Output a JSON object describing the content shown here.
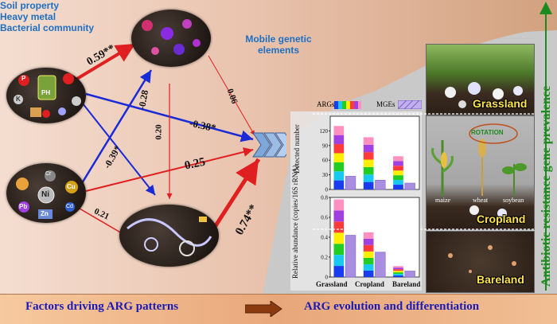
{
  "nodes": {
    "soil": "Soil property",
    "bacteria": "Bacterial community",
    "metal": "Heavy metal",
    "mge": "Mobile genetic elements",
    "mge_line1": "Mobile genetic",
    "mge_line2": "elements"
  },
  "soil_icons": {
    "ph": "PH",
    "k": "K",
    "p": "P"
  },
  "metal_icons": {
    "cr": "Cr",
    "ni": "Ni",
    "cu": "Cu",
    "pb": "Pb",
    "cd": "Cd",
    "zn": "Zn"
  },
  "paths": [
    {
      "from": "soil",
      "to": "bacteria",
      "label": "0.59**",
      "color": "#e02020"
    },
    {
      "from": "soil",
      "to": "mge",
      "label": "-0.28",
      "color": "#1a2ad6"
    },
    {
      "from": "soil",
      "to": "args",
      "label": "-0.38*",
      "color": "#1a2ad6"
    },
    {
      "from": "metal",
      "to": "bacteria",
      "label": "-0.39*",
      "color": "#1a2ad6"
    },
    {
      "from": "metal",
      "to": "args",
      "label": "0.25",
      "color": "#e02020"
    },
    {
      "from": "metal",
      "to": "mge",
      "label": "0.21",
      "color": "#e02020"
    },
    {
      "from": "bacteria",
      "to": "mge",
      "label": "0.20",
      "color": "#e02020"
    },
    {
      "from": "bacteria",
      "to": "args",
      "label": "0.06",
      "color": "#e02020"
    },
    {
      "from": "mge",
      "to": "args",
      "label": "0.74**",
      "color": "#e02020"
    }
  ],
  "legend": {
    "args": "ARGs",
    "mges": "MGEs"
  },
  "colors": {
    "arg_segments": [
      "#1a3cf0",
      "#18c8f0",
      "#22cc22",
      "#ffee00",
      "#ff3a3a",
      "#a040e0",
      "#ff90c0"
    ],
    "mge": "#a98de0",
    "positive": "#e02020",
    "negative": "#1a2ad6",
    "panel_title": "#ffe34d",
    "side_text": "#1d8a1d",
    "bottom_text": "#1a1ab8"
  },
  "chart_data": [
    {
      "type": "bar",
      "title": "",
      "ylabel": "Detected number",
      "categories": [
        "Grassland",
        "Cropland",
        "Bareland"
      ],
      "ylim": [
        0,
        150
      ],
      "yticks": [
        0,
        30,
        60,
        90,
        120
      ],
      "series": [
        {
          "name": "ARGs",
          "values": [
            130,
            107,
            68
          ]
        },
        {
          "name": "MGEs",
          "values": [
            27,
            19,
            13
          ]
        }
      ]
    },
    {
      "type": "bar",
      "title": "",
      "ylabel": "Relative abundance (copies/16S rRNA)",
      "categories": [
        "Grassland",
        "Cropland",
        "Bareland"
      ],
      "ylim": [
        0,
        0.8
      ],
      "yticks": [
        0,
        0.2,
        0.4,
        0.6,
        0.8
      ],
      "series": [
        {
          "name": "ARGs",
          "values": [
            0.78,
            0.45,
            0.11
          ]
        },
        {
          "name": "MGEs",
          "values": [
            0.42,
            0.25,
            0.06
          ]
        }
      ]
    }
  ],
  "panels": {
    "grassland": "Grassland",
    "cropland": "Cropland",
    "bareland": "Bareland",
    "rotation": "ROTATION",
    "maize": "maize",
    "wheat": "wheat",
    "soybean": "soybean"
  },
  "bottom": {
    "left": "Factors driving ARG patterns",
    "right": "ARG evolution and differentiation"
  },
  "side_label": "Antibiotic resistance gene prevalence"
}
